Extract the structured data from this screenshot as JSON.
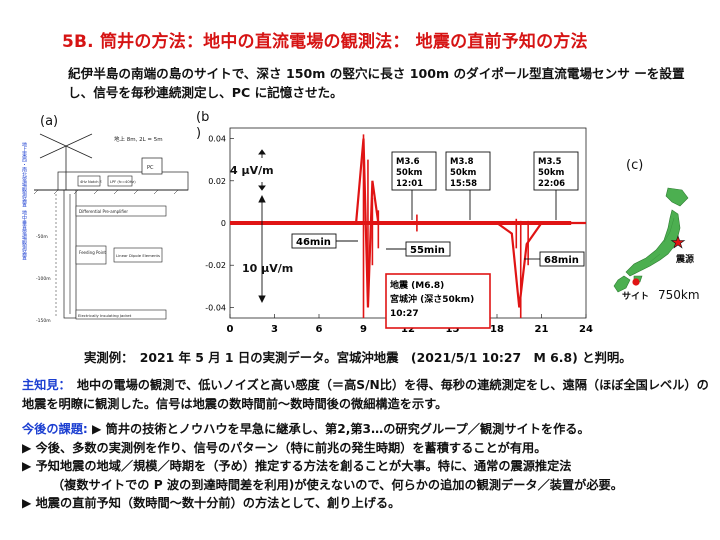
{
  "title": "5B. 筒井の方法：地中の直流電場の観測法： 地震の直前予知の方法",
  "intro": "紀伊半島の南端の島のサイトで、深さ 150m の竪穴に長さ 100m のダイポール型直流電場センサ ーを設置し、信号を毎秒連続測定し、PC に記憶させた。",
  "panels": {
    "a": {
      "label": "(a)",
      "antenna_note": "地上 8m, 2L = 5m",
      "left_label_1": "地上東西・南北電場観測装置",
      "left_label_2": "地中垂直電場観測装置",
      "depths": [
        "-50m",
        "-100m",
        "-150m"
      ],
      "boxes": {
        "hpf": "4Hz Notch F.",
        "lpf": "LPF (fc=40Hz)",
        "pc": "PC",
        "preamp": "Differential Pre-amplifier",
        "feeding": "Feeding Point",
        "dipole": "Linear Dipole Elements",
        "jacket": "Electrically Insulating Jacket"
      }
    },
    "b": {
      "label": "(b",
      "label_paren": ")",
      "scale_upper": "4 μV/m",
      "scale_lower": "10 μV/m",
      "annotations": [
        {
          "lines": [
            "M3.6",
            "50km",
            "12:01"
          ]
        },
        {
          "lines": [
            "M3.8",
            "50km",
            "15:58"
          ]
        },
        {
          "lines": [
            "M3.5",
            "50km",
            "22:06"
          ]
        }
      ],
      "delays": [
        "46min",
        "55min",
        "68min"
      ],
      "quake_box": [
        "地震 (M6.8)",
        "宮城沖 (深さ50km)",
        "10:27"
      ]
    },
    "c": {
      "label": "(c)",
      "epicenter_label": "震源",
      "site_label": "サイト",
      "distance": "750km"
    }
  },
  "chart_data": {
    "type": "line",
    "x": [
      0,
      3,
      6,
      8.5,
      9,
      9.3,
      9.6,
      10,
      12,
      15,
      18,
      19,
      19.5,
      20,
      21,
      24
    ],
    "series": [
      {
        "values": [
          0,
          0,
          0,
          0,
          0.04,
          -0.04,
          0.02,
          0,
          0,
          0,
          0,
          -0.005,
          -0.04,
          -0.01,
          0,
          0
        ]
      }
    ],
    "xticks": [
      0,
      3,
      6,
      9,
      12,
      15,
      18,
      21,
      24
    ],
    "yticks": [
      0.04,
      0.02,
      0,
      -0.02,
      -0.04
    ],
    "ytick_labels": [
      "0.04",
      "0.02",
      "0",
      "-0.02",
      "-0.04"
    ],
    "xlim": [
      0,
      24
    ],
    "ylim": [
      -0.045,
      0.045
    ],
    "color": "#e01414"
  },
  "caption": "実測例：　2021 年 5 月 1 日の実測データ。宮城沖地震　(2021/5/1 10:27　M 6.8) と判明。",
  "findings": {
    "label": "主知見：",
    "text": "　地中の電場の観測で、低いノイズと高い感度（＝高S/N比）を得、毎秒の連続測定をし、遠隔（ほぼ全国レベル）の地震を明瞭に観測した。信号は地震の数時間前～数時間後の微細構造を示す。"
  },
  "tasks": {
    "label": "今後の課題:",
    "first": " ▶ 筒井の技術とノウハウを早急に継承し、第2,第3…の研究グループ／観測サイトを作る。",
    "items": [
      "▶ 今後、多数の実測例を作り、信号のパターン（特に前兆の発生時期）を蓄積することが有用。",
      "▶ 予知地震の地域／規模／時期を（予め）推定する方法を創ることが大事。特に、通常の震源推定法",
      "（複数サイトでの P 波の到達時間差を利用)が使えないので、何らかの追加の観測データ／装置が必要。",
      "▶ 地震の直前予知（数時間～数十分前）の方法として、創り上げる。"
    ]
  },
  "colors": {
    "title": "#d61414",
    "heading": "#1c3fd1",
    "signal": "#e01414",
    "japan": "#4caf50",
    "site": "#e01414"
  }
}
